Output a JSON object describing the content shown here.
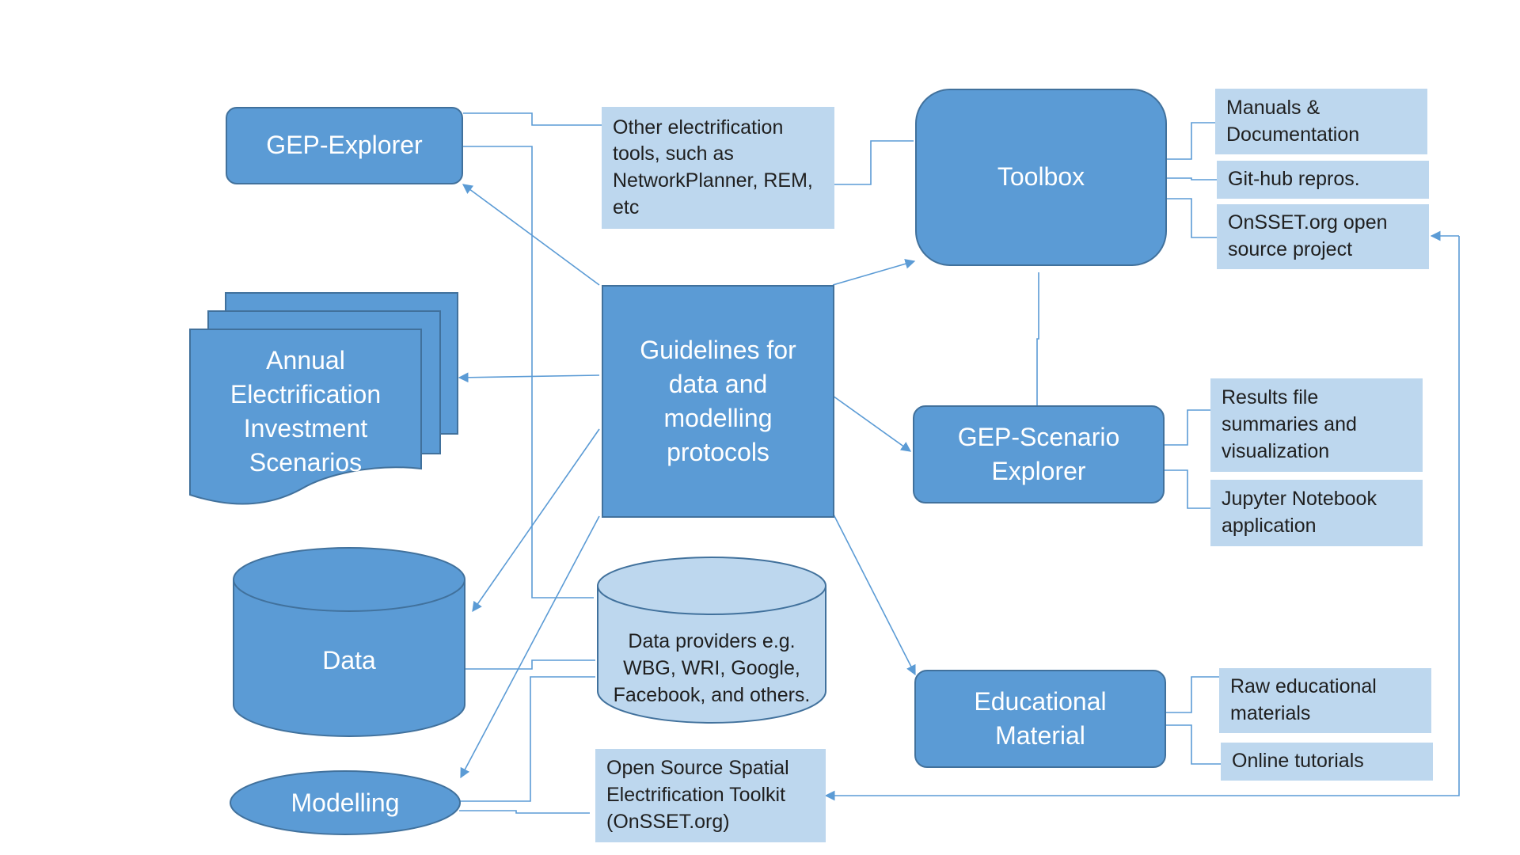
{
  "nodes": {
    "gep_explorer": "GEP-Explorer",
    "toolbox": "Toolbox",
    "guidelines": "Guidelines for data and modelling protocols",
    "annual_scenarios": "Annual Electrification Investment Scenarios",
    "gep_scenario_explorer": "GEP-Scenario Explorer",
    "educational_material": "Educational Material",
    "data": "Data",
    "modelling": "Modelling",
    "other_tools": "Other electrification tools, such as NetworkPlanner, REM, etc",
    "data_providers": "Data providers e.g. WBG, WRI, Google, Facebook, and others.",
    "onsset_toolkit": "Open Source Spatial Electrification Toolkit (OnSSET.org)",
    "manuals": "Manuals & Documentation",
    "github": "Git-hub repros.",
    "onsset_open_source": "OnSSET.org open source project",
    "results_summaries": "Results file summaries and visualization",
    "jupyter": "Jupyter Notebook application",
    "raw_materials": "Raw educational materials",
    "online_tutorials": "Online tutorials"
  },
  "colors": {
    "dark_fill": "#5b9bd5",
    "dark_border": "#41719c",
    "light_fill": "#bdd7ee",
    "connector": "#5b9bd5"
  }
}
